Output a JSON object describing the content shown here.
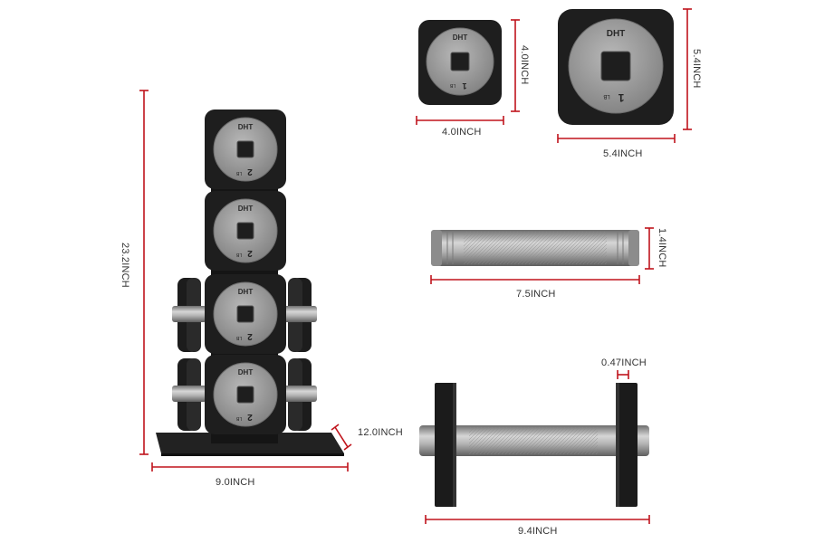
{
  "brand": "DHT",
  "plate_labels": {
    "small_weight": "1",
    "large_weight": "1",
    "tower_weight": "2",
    "unit": "LB"
  },
  "dimensions": {
    "tower_height": "23.2INCH",
    "tower_width": "9.0INCH",
    "tower_depth": "12.0INCH",
    "small_plate_width": "4.0INCH",
    "small_plate_height": "4.0INCH",
    "large_plate_width": "5.4INCH",
    "large_plate_height": "5.4INCH",
    "handle_diameter": "1.4INCH",
    "handle_length": "7.5INCH",
    "plate_thickness": "0.47INCH",
    "dumbbell_length": "9.4INCH"
  },
  "colors": {
    "dimension_line": "#c0141c",
    "plate_body": "#1e1e1e",
    "plate_disc": "#9a9a9a",
    "handle": "#a9a9a9",
    "text": "#333333"
  }
}
